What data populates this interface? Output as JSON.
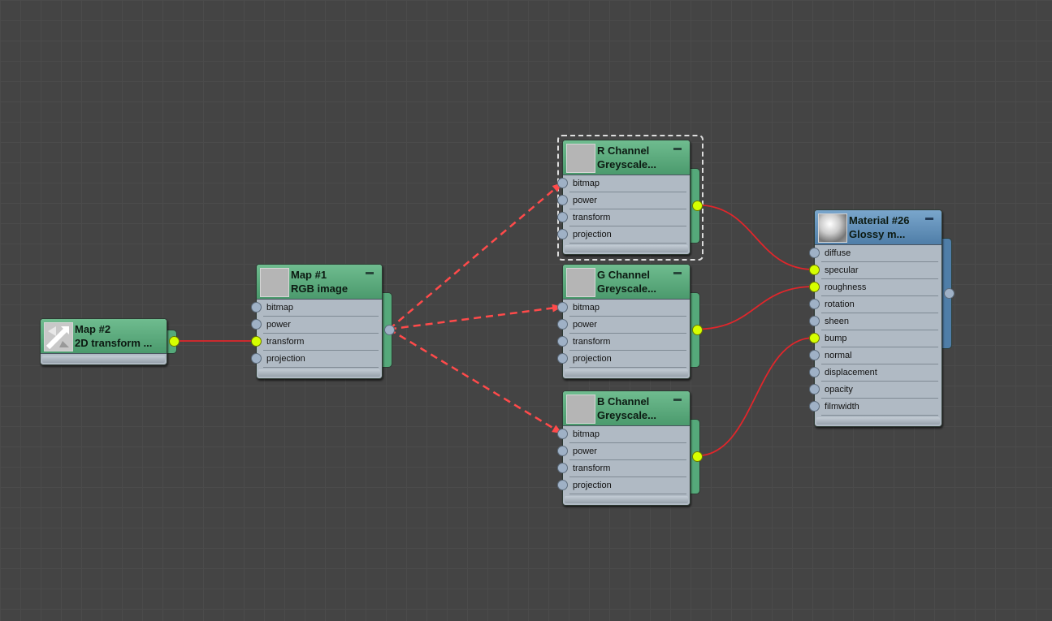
{
  "colors": {
    "wire": "#e0262b",
    "dashed_wire": "#ff4a4a",
    "connected_port": "#d6ff00",
    "port": "#9fb1c6"
  },
  "nodes": [
    {
      "id": "map2",
      "title": "Map #2",
      "subtitle": "2D  transform ...",
      "theme": "green",
      "icon": "transform-arrows-icon",
      "slots": [],
      "output_connected": true
    },
    {
      "id": "map1",
      "title": "Map #1",
      "subtitle": "RGB image",
      "theme": "green",
      "icon": "blank-thumbnail",
      "slots": [
        {
          "label": "bitmap"
        },
        {
          "label": "power"
        },
        {
          "label": "transform",
          "connected": true
        },
        {
          "label": "projection"
        }
      ],
      "output_connected": false
    },
    {
      "id": "rch",
      "title": "R Channel",
      "subtitle": "Greyscale...",
      "theme": "green",
      "icon": "blank-thumbnail",
      "selected": true,
      "slots": [
        {
          "label": "bitmap"
        },
        {
          "label": "power"
        },
        {
          "label": "transform"
        },
        {
          "label": "projection"
        }
      ],
      "output_connected": true
    },
    {
      "id": "gch",
      "title": "G Channel",
      "subtitle": "Greyscale...",
      "theme": "green",
      "icon": "blank-thumbnail",
      "slots": [
        {
          "label": "bitmap"
        },
        {
          "label": "power"
        },
        {
          "label": "transform"
        },
        {
          "label": "projection"
        }
      ],
      "output_connected": true
    },
    {
      "id": "bch",
      "title": "B Channel",
      "subtitle": "Greyscale...",
      "theme": "green",
      "icon": "blank-thumbnail",
      "slots": [
        {
          "label": "bitmap"
        },
        {
          "label": "power"
        },
        {
          "label": "transform"
        },
        {
          "label": "projection"
        }
      ],
      "output_connected": true
    },
    {
      "id": "mat",
      "title": "Material #26",
      "subtitle": "Glossy  m...",
      "theme": "blue",
      "icon": "sphere-preview-icon",
      "slots": [
        {
          "label": "diffuse"
        },
        {
          "label": "specular",
          "connected": true
        },
        {
          "label": "roughness",
          "connected": true
        },
        {
          "label": "rotation"
        },
        {
          "label": "sheen"
        },
        {
          "label": "bump",
          "connected": true
        },
        {
          "label": "normal"
        },
        {
          "label": "displacement"
        },
        {
          "label": "opacity"
        },
        {
          "label": "filmwidth"
        }
      ],
      "output_connected": false
    }
  ],
  "connections": [
    {
      "from": "map2",
      "to": "map1",
      "slot": "transform",
      "style": "solid"
    },
    {
      "from": "map1",
      "to": "rch",
      "slot": "bitmap",
      "style": "dashed"
    },
    {
      "from": "map1",
      "to": "gch",
      "slot": "bitmap",
      "style": "dashed"
    },
    {
      "from": "map1",
      "to": "bch",
      "slot": "bitmap",
      "style": "dashed"
    },
    {
      "from": "rch",
      "to": "mat",
      "slot": "specular",
      "style": "solid"
    },
    {
      "from": "gch",
      "to": "mat",
      "slot": "roughness",
      "style": "solid"
    },
    {
      "from": "bch",
      "to": "mat",
      "slot": "bump",
      "style": "solid"
    }
  ]
}
